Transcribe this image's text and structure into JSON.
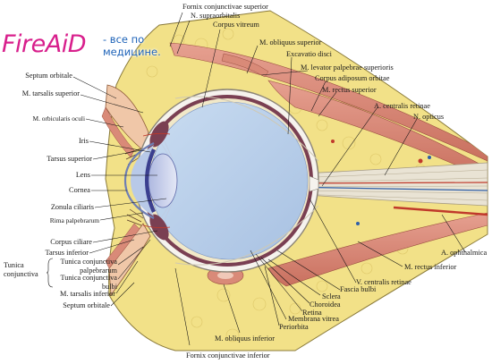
{
  "watermark": {
    "main": "FireAiD",
    "sub1": "- все по",
    "sub2": "медицине."
  },
  "labels": {
    "fornix_sup": "Fornix conjunctivae superior",
    "n_supraorbitalis": "N. supraorbitalis",
    "corpus_vitreum": "Corpus vitreum",
    "m_obliquus_superior": "M. obliquus superior",
    "excavatio_disci": "Excavatio disci",
    "m_levator": "M. levator palpebrae superioris",
    "corpus_adiposum": "Corpus adiposum orbitae",
    "m_rectus_superior": "M. rectus superior",
    "a_centralis_retinae": "A. centralis retinae",
    "n_opticus": "N. opticus",
    "septum_orbitale_top": "Septum orbitale",
    "m_tarsalis_superior": "M. tarsalis superior",
    "m_orbicularis_oculi": "M. orbicularis oculi",
    "iris": "Iris",
    "tarsus_superior": "Tarsus superior",
    "lens": "Lens",
    "cornea": "Cornea",
    "zonula_ciliaris": "Zonula ciliaris",
    "rima_palpebrarum": "Rima palpebrarum",
    "corpus_ciliare": "Corpus ciliare",
    "tarsus_inferior": "Tarsus inferior",
    "tunica_conjunctiva_1": "Tunica",
    "tunica_conjunctiva_2": "conjunctiva",
    "tc_palpebrarum_1": "Tunica conjunctiva",
    "tc_palpebrarum_2": "palpebrarum",
    "tc_bulbi_1": "Tunica conjunctiva",
    "tc_bulbi_2": "bulbi",
    "m_tarsalis_inferior": "M. tarsalis inferior",
    "septum_orbitale_bottom": "Septum orbitale",
    "a_ophthalmica": "A. ophthalmica",
    "m_rectus_inferior": "M. rectus inferior",
    "v_centralis_retinae": "V. centralis retinae",
    "fascia_bulbi": "Fascia bulbi",
    "sclera": "Sclera",
    "choroidea": "Choroidea",
    "retina": "Retina",
    "membrana_vitrea": "Membrana vitrea",
    "periorbita": "Periorbita",
    "m_obliquus_inferior": "M. obliquus inferior",
    "fornix_inf": "Fornix conjunctivae inferior"
  },
  "colors": {
    "fat": "#f2e188",
    "muscle": "#d98a78",
    "vitreous": "#b9d0ea",
    "lens": "#c9d3ec",
    "iris": "#3b3f8f",
    "nerve": "#e9e3d4",
    "logo_pink": "#d81f8c",
    "logo_blue": "#1e63b8"
  }
}
